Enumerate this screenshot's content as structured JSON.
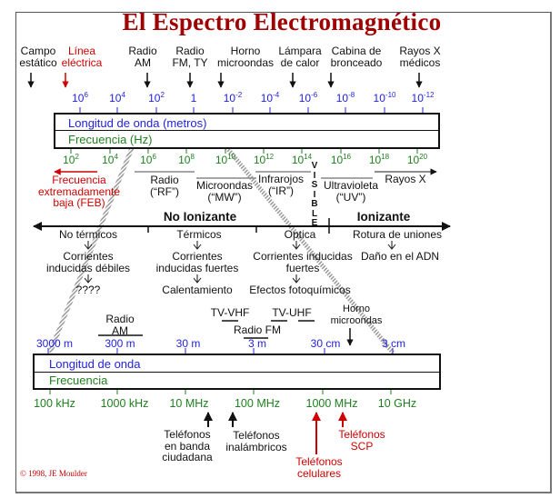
{
  "title": "El Espectro Electromagnético",
  "sources": {
    "campo": "Campo\nestático",
    "linea": "Línea\neléctrica",
    "radio_am": "Radio\nAM",
    "radio_fm": "Radio\nFM, TY",
    "horno": "Horno\nmicroondas",
    "lampara": "Lámpara\nde calor",
    "cabina": "Cabina de\nbronceado",
    "rayos": "Rayos X\nmédicos"
  },
  "wavelength_ticks": [
    {
      "base": "10",
      "exp": "6"
    },
    {
      "base": "10",
      "exp": "4"
    },
    {
      "base": "10",
      "exp": "2"
    },
    {
      "base": "1",
      "exp": ""
    },
    {
      "base": "10",
      "exp": "-2"
    },
    {
      "base": "10",
      "exp": "-4"
    },
    {
      "base": "10",
      "exp": "-6"
    },
    {
      "base": "10",
      "exp": "-8"
    },
    {
      "base": "10",
      "exp": "-10"
    },
    {
      "base": "10",
      "exp": "-12"
    }
  ],
  "frequency_ticks": [
    {
      "base": "10",
      "exp": "2"
    },
    {
      "base": "10",
      "exp": "4"
    },
    {
      "base": "10",
      "exp": "6"
    },
    {
      "base": "10",
      "exp": "8"
    },
    {
      "base": "10",
      "exp": "10"
    },
    {
      "base": "10",
      "exp": "12"
    },
    {
      "base": "10",
      "exp": "14"
    },
    {
      "base": "10",
      "exp": "16"
    },
    {
      "base": "10",
      "exp": "18"
    },
    {
      "base": "10",
      "exp": "20"
    }
  ],
  "main_scale": {
    "wavelength_label": "Longitud de onda (metros)",
    "frequency_label": "Frecuencia (Hz)"
  },
  "bands": {
    "feb": "Frecuencia\nextremadamente\nbaja (FEB)",
    "radio": "Radio\n(“RF”)",
    "micro": "Microondas\n(“MW”)",
    "ir": "Infrarojos\n(“IR”)",
    "visible": "V\nI\nS\nI\nB\nL\nE",
    "uv": "Ultravioleta\n(“UV”)",
    "xray": "Rayos X"
  },
  "ionization": {
    "non_ionizing": "No Ionizante",
    "ionizing": "Ionizante"
  },
  "effects": {
    "no_termicos": "No térmicos",
    "termicos": "Térmicos",
    "optica": "Optica",
    "rotura": "Rotura de uniones",
    "c_debiles": "Corrientes\ninducidas débiles",
    "c_fuertes": "Corrientes\ninducidas fuertes",
    "c_fuertes_opt": "Corrientes  inducidas\nfuertes",
    "adn": "Daño en el ADN",
    "unknown": "????",
    "calentamiento": "Calentamiento",
    "fotoquimicos": "Efectos fotoquímicos"
  },
  "detail": {
    "wavelengths": [
      "3000 m",
      "300 m",
      "30 m",
      "3 m",
      "30 cm",
      "3 cm"
    ],
    "frequencies": [
      "100 kHz",
      "1000 kHz",
      "10 MHz",
      "100 MHz",
      "1000 MHz",
      "10 GHz"
    ],
    "wavelength_label": "Longitud de onda",
    "frequency_label": "Frecuencia",
    "radio_am": "Radio\nAM",
    "tv_vhf": "TV-VHF",
    "tv_uhf": "TV-UHF",
    "radio_fm": "Radio FM",
    "horno": "Horno\nmicroondas",
    "tel_cb": "Teléfonos\nen banda\nciudadana",
    "tel_inal": "Teléfonos\ninalámbricos",
    "tel_cel": "Teléfonos\ncelulares",
    "tel_scp": "Teléfonos\nSCP"
  },
  "copyright": "© 1998, JE Moulder",
  "colors": {
    "title": "#a00000",
    "wavelength": "#2222dd",
    "frequency": "#1f7f1f",
    "highlight": "#d00000"
  }
}
